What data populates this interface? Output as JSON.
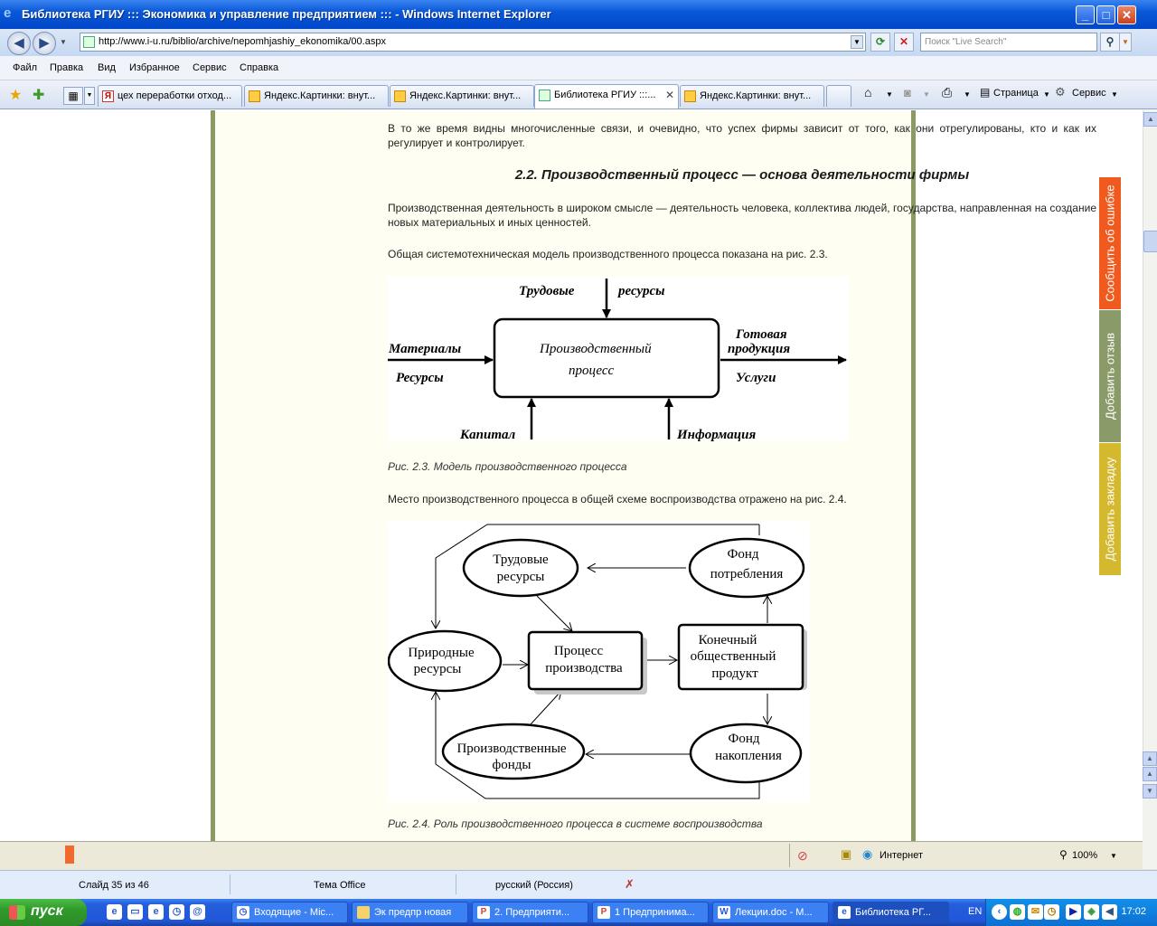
{
  "window": {
    "title": "Библиотека РГИУ ::: Экономика и управление предприятием ::: - Windows Internet Explorer",
    "minimize": "_",
    "maximize": "□",
    "close": "✕"
  },
  "address_bar": {
    "url": "http://www.i-u.ru/biblio/archive/nepomhjashiy_ekonomika/00.aspx",
    "search_placeholder": "Поиск \"Live Search\""
  },
  "menu": [
    "Файл",
    "Правка",
    "Вид",
    "Избранное",
    "Сервис",
    "Справка"
  ],
  "tabs": [
    {
      "label": "цех переработки отход...",
      "icon": "yandex-icon"
    },
    {
      "label": "Яндекс.Картинки: внут...",
      "icon": "page-icon"
    },
    {
      "label": "Яндекс.Картинки: внут...",
      "icon": "page-icon"
    },
    {
      "label": "Библиотека РГИУ :::...",
      "icon": "library-icon",
      "active": true
    },
    {
      "label": "Яндекс.Картинки: внут...",
      "icon": "page-icon"
    }
  ],
  "command_bar": {
    "page": "Страница",
    "tools": "Сервис"
  },
  "article": {
    "para1": "В то же время видны многочисленные связи, и очевидно, что успех фирмы зависит от того, как они отрегулированы, кто и как их регулирует и контролирует.",
    "heading": "2.2. Производственный процесс — основа деятельности фирмы",
    "para2": "Производственная деятельность в широком смысле — деятельность человека, коллектива людей, государства, направленная на создание новых материальных и иных ценностей.",
    "para3": "Общая системотехническая модель производственного процесса показана на рис. 2.3.",
    "caption1": "Рис. 2.3. Модель производственного процесса",
    "para4": "Место производственного процесса в общей схеме воспроизводства отражено на рис. 2.4.",
    "caption2": "Рис. 2.4. Роль производственного процесса в системе воспроизводства"
  },
  "figure_2_3": {
    "top1": "Трудовые",
    "top2": "ресурсы",
    "left1": "Материалы",
    "left2": "Ресурсы",
    "center1": "Производственный",
    "center2": "процесс",
    "right1": "Готовая",
    "right2": "продукция",
    "right3": "Услуги",
    "bottom1": "Капитал",
    "bottom2": "Информация"
  },
  "figure_2_4": {
    "labor1": "Трудовые",
    "labor2": "ресурсы",
    "consumption1": "Фонд",
    "consumption2": "потребления",
    "natural1": "Природные",
    "natural2": "ресурсы",
    "process1": "Процесс",
    "process2": "производства",
    "final1": "Конечный",
    "final2": "общественный",
    "final3": "продукт",
    "funds1": "Производственные",
    "funds2": "фонды",
    "accumulation1": "Фонд",
    "accumulation2": "накопления"
  },
  "side_tabs": {
    "report_error": "Сообщить об ошибке",
    "add_review": "Добавить отзыв",
    "add_bookmark": "Добавить закладку",
    "colors": {
      "report": "#f05a1e",
      "review": "#8a9a68",
      "bookmark": "#d4b82e"
    }
  },
  "status_bar": {
    "zone": "Интернет",
    "zoom": "100%"
  },
  "office_bar": {
    "slide": "Слайд 35 из 46",
    "theme": "Тема Office",
    "language": "русский (Россия)"
  },
  "taskbar": {
    "start": "пуск",
    "items": [
      "Входящие - Mic...",
      "Эк предпр новая",
      "2. Предприяти...",
      "1 Предпринима...",
      "Лекции.doc - M...",
      "Библиотека РГ..."
    ],
    "lang": "EN",
    "clock": "17:02"
  }
}
